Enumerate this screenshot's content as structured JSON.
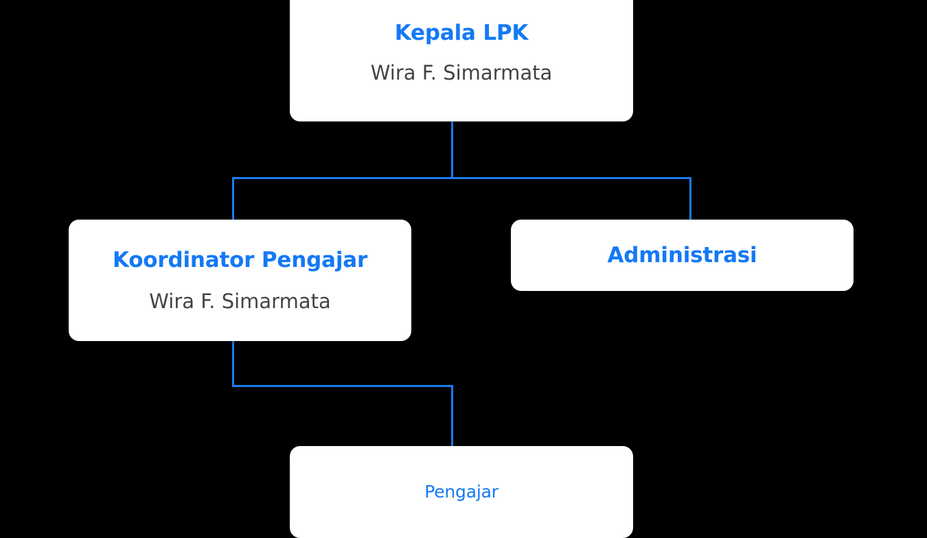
{
  "chart": {
    "type": "org-chart",
    "background_color": "#000000",
    "accent_color": "#1479f5",
    "line_color": "#1a7cf0",
    "node_background": "#ffffff",
    "subtitle_color": "#444444",
    "nodes": [
      {
        "id": "kepala-lpk",
        "title": "Kepala LPK",
        "subtitle": "Wira F. Simarmata",
        "level": 1
      },
      {
        "id": "koordinator-pengajar",
        "title": "Koordinator Pengajar",
        "subtitle": "Wira F. Simarmata",
        "level": 2
      },
      {
        "id": "administrasi",
        "title": "Administrasi",
        "subtitle": "",
        "level": 2
      },
      {
        "id": "pengajar",
        "title": "Pengajar",
        "subtitle": "",
        "level": 3
      }
    ],
    "edges": [
      {
        "from": "kepala-lpk",
        "to": "koordinator-pengajar"
      },
      {
        "from": "kepala-lpk",
        "to": "administrasi"
      },
      {
        "from": "koordinator-pengajar",
        "to": "pengajar"
      }
    ]
  }
}
